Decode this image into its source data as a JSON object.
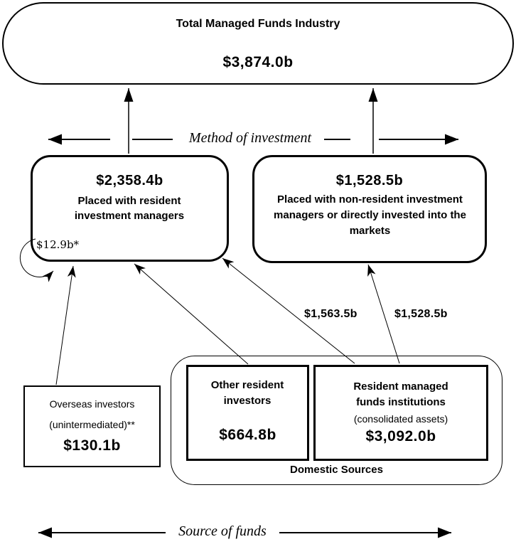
{
  "page": {
    "background": "#ffffff",
    "ink": "#000000"
  },
  "top_node": {
    "title": "Total Managed Funds Industry",
    "value": "$3,874.0b"
  },
  "axes": {
    "method": "Method of investment",
    "source": "Source of funds"
  },
  "nodes": {
    "resident_managers": {
      "value": "$2,358.4b",
      "label": "Placed with resident investment managers",
      "self_loop_value": "$12.9b*"
    },
    "non_resident": {
      "value": "$1,528.5b",
      "label": "Placed with non-resident investment managers or directly invested into the markets"
    },
    "overseas": {
      "title": "Overseas investors",
      "subtitle": "(unintermediated)**",
      "value": "$130.1b"
    },
    "other_residents": {
      "label": "Other resident investors",
      "value": "$664.8b"
    },
    "managed_funds": {
      "label": "Resident managed funds institutions",
      "sublabel": "(consolidated assets)",
      "value": "$3,092.0b"
    },
    "domestic_group": {
      "label": "Domestic Sources"
    }
  },
  "flows": {
    "managed_to_resident": "$1,563.5b",
    "managed_to_nonresident": "$1,528.5b"
  }
}
